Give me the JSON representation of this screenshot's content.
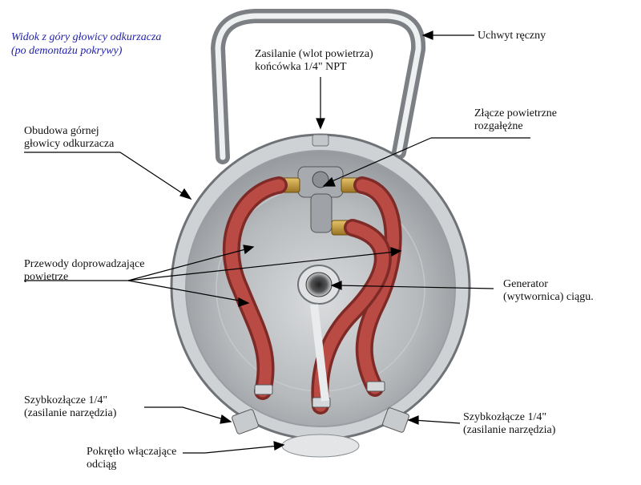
{
  "caption": "Widok z góry głowicy odkurzacza\n(po demontażu pokrywy)",
  "labels": {
    "handle": "Uchwyt ręczny",
    "air_inlet": "Zasilanie (wlot powietrza)\nkońcówka 1/4\" NPT",
    "splitter": "Złącze powietrzne\nrozgałężne",
    "housing": "Obudowa górnej\ngłowicy odkurzacza",
    "hoses": "Przewody doprowadzające\npowietrze",
    "generator": "Generator\n(wytwornica) ciągu.",
    "coupler_left": "Szybkozłącze 1/4\"\n(zasilanie narzędzia)",
    "coupler_right": "Szybkozłącze 1/4\"\n(zasilanie narzędzia)",
    "knob": "Pokrętło włączające\nodciąg"
  },
  "colors": {
    "caption": "#2222aa",
    "steel_light": "#e2e4e6",
    "steel_mid": "#b9bcc0",
    "steel_dark": "#6f7377",
    "hose": "#b94a44",
    "hose_dark": "#7e2a26",
    "brass": "#c79a3a"
  }
}
